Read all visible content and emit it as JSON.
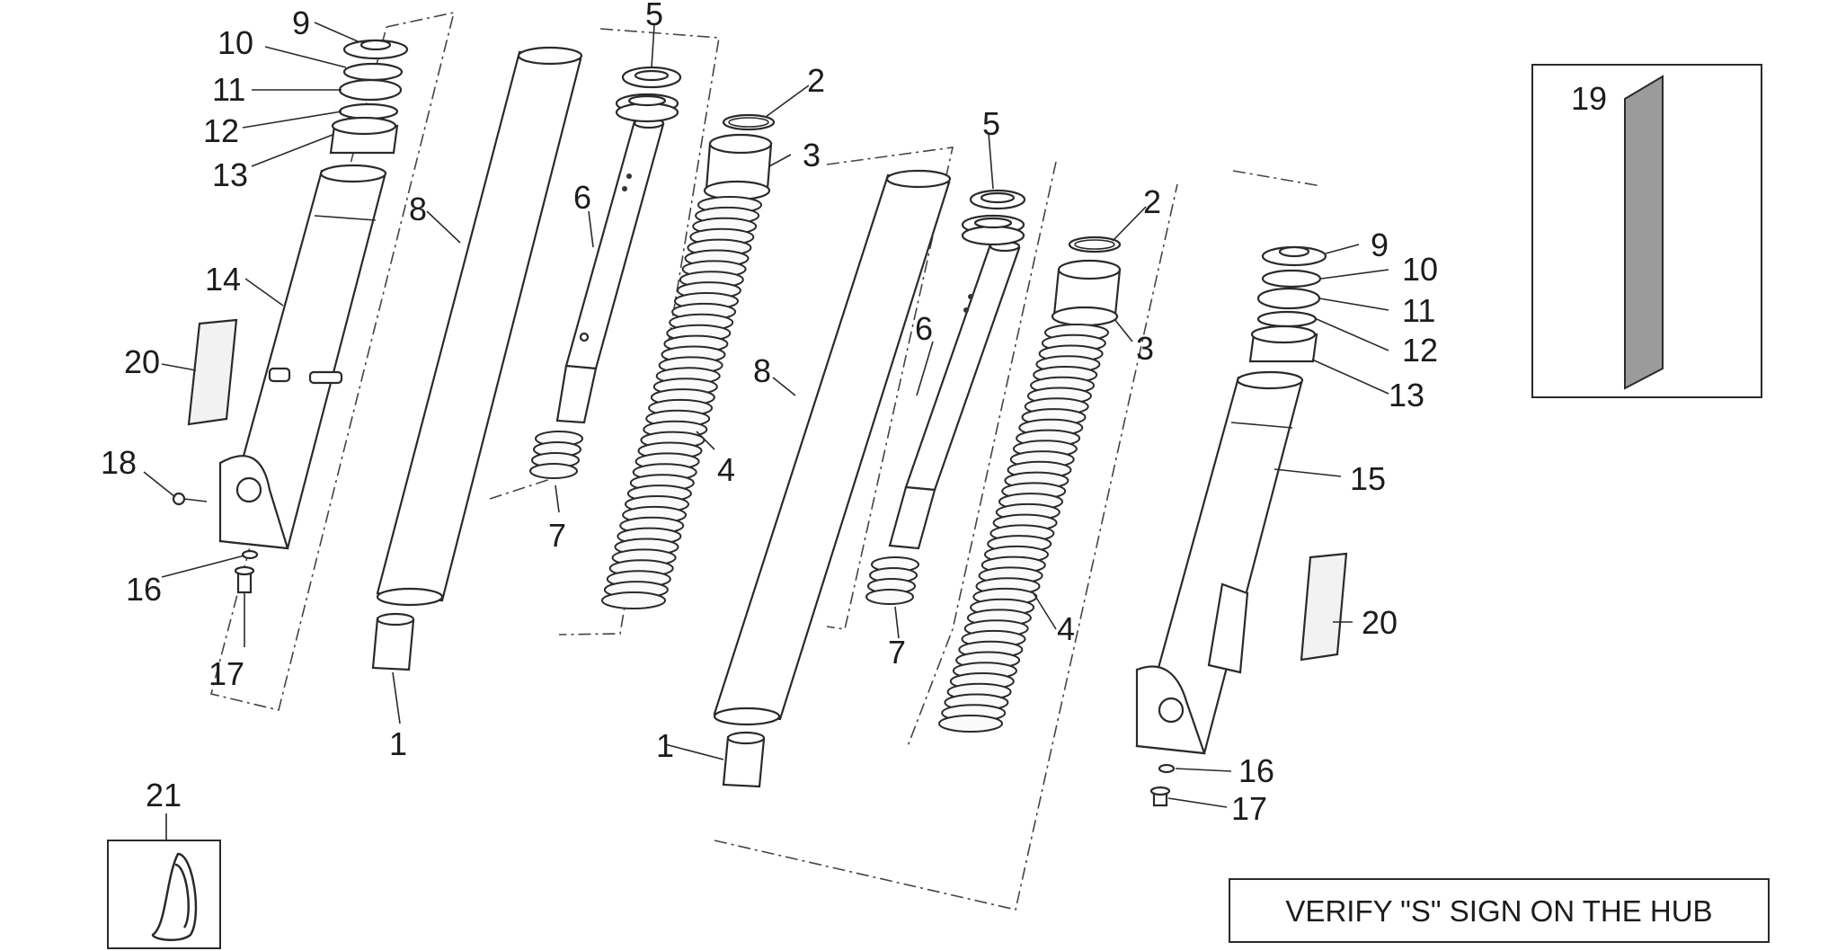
{
  "callouts": [
    "1",
    "1",
    "2",
    "2",
    "3",
    "3",
    "4",
    "4",
    "5",
    "5",
    "6",
    "6",
    "7",
    "7",
    "8",
    "8",
    "9",
    "9",
    "10",
    "10",
    "11",
    "11",
    "12",
    "12",
    "13",
    "13",
    "14",
    "15",
    "16",
    "16",
    "17",
    "17",
    "18",
    "19",
    "20",
    "20",
    "21"
  ],
  "note": "VERIFY \"S\" SIGN ON THE HUB"
}
